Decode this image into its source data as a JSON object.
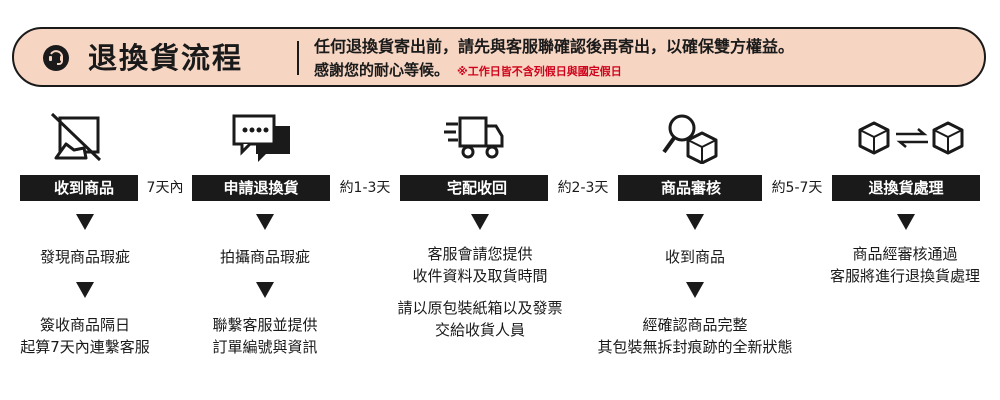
{
  "header": {
    "title": "退換貨流程",
    "line1": "任何退換貨寄出前，請先與客服聯確認後再寄出，以確保雙方權益。",
    "line2": "感謝您的耐心等候。",
    "note": "※工作日皆不含列假日與國定假日"
  },
  "icons": [
    "hand-touch-box-icon",
    "chat-bubbles-icon",
    "delivery-truck-icon",
    "magnifier-box-icon",
    "box-exchange-icon"
  ],
  "steps": [
    {
      "label": "收到商品",
      "details": [
        "發現商品瑕疵",
        "簽收商品隔日\n起算7天內連繫客服"
      ]
    },
    {
      "label": "申請退換貨",
      "details": [
        "拍攝商品瑕疵",
        "聯繫客服並提供\n訂單編號與資訊"
      ]
    },
    {
      "label": "宅配收回",
      "details": [
        "客服會請您提供\n收件資料及取貨時間",
        "請以原包裝紙箱以及發票\n交給收貨人員"
      ]
    },
    {
      "label": "商品審核",
      "details": [
        "收到商品",
        "經確認商品完整\n其包裝無拆封痕跡的全新狀態"
      ]
    },
    {
      "label": "退換貨處理",
      "details": [
        "商品經審核通過\n客服將進行退換貨處理"
      ]
    }
  ],
  "durations": [
    "7天內",
    "約1-3天",
    "約2-3天",
    "約5-7天"
  ],
  "colors": {
    "header_bg": "#f6d5c3",
    "dark": "#1a1a1a",
    "note": "#d0021b"
  }
}
